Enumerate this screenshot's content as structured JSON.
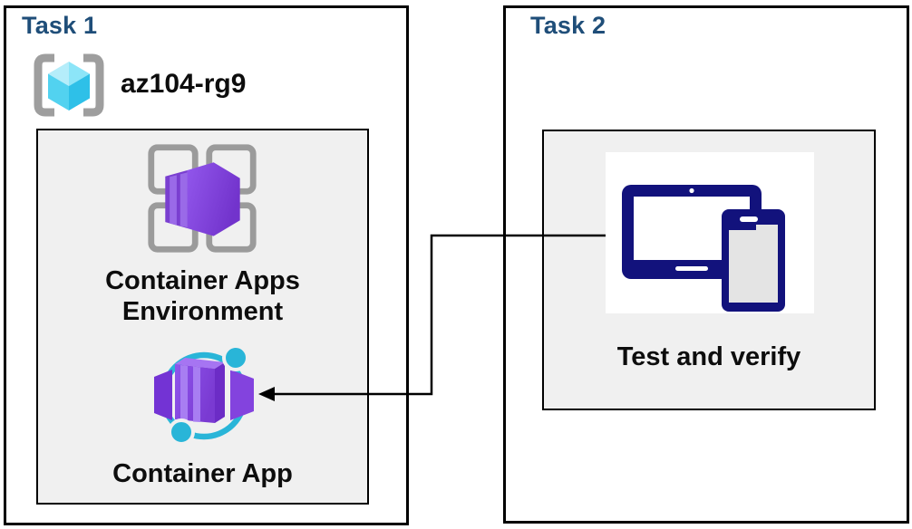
{
  "task1": {
    "title": "Task 1",
    "resource_group_name": "az104-rg9",
    "environment_label_line1": "Container Apps",
    "environment_label_line2": "Environment",
    "app_label": "Container App"
  },
  "task2": {
    "title": "Task 2",
    "verify_label": "Test and verify"
  },
  "icons": {
    "resource_group": "resource-group-icon",
    "environment": "container-apps-environment-icon",
    "container_app": "container-app-icon",
    "devices": "tablet-and-phone-icon",
    "connector": "arrow-connector"
  },
  "colors": {
    "task_title": "#1f4e79",
    "panel_bg": "#f0f0f0",
    "border": "#000000",
    "text": "#0d0d0d",
    "device_navy": "#12127c",
    "container_purple": "#7d3fe0",
    "accent_cyan": "#29b5d8",
    "bracket_gray": "#9e9e9e",
    "grid_gray": "#9b9b9b"
  }
}
